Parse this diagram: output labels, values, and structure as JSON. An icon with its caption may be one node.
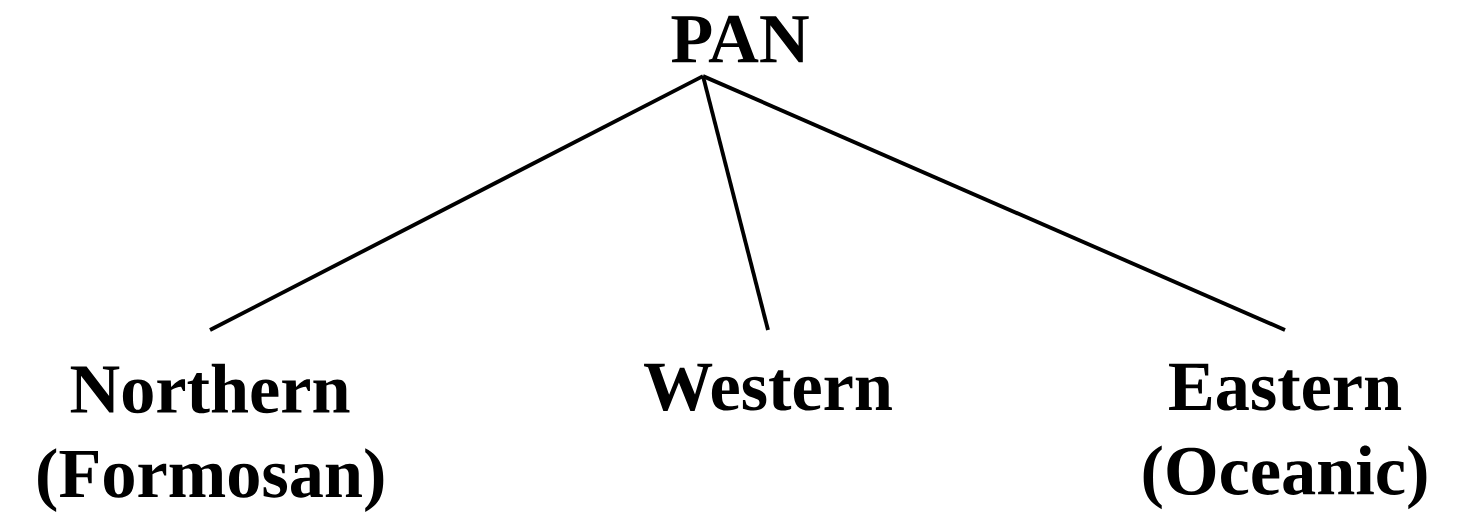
{
  "diagram": {
    "nodes": [
      {
        "text": [
          "PAN"
        ]
      },
      {
        "text": [
          "Northern (Formosan)"
        ]
      },
      {
        "text": [
          "Western"
        ]
      },
      {
        "text": [
          "Eastern (Oceanic)"
        ]
      }
    ],
    "edges": [
      {
        "from": 0,
        "to": 1,
        "arrow": "none"
      },
      {
        "from": 0,
        "to": 2,
        "arrow": "none"
      },
      {
        "from": 0,
        "to": 3,
        "arrow": "none"
      }
    ]
  }
}
